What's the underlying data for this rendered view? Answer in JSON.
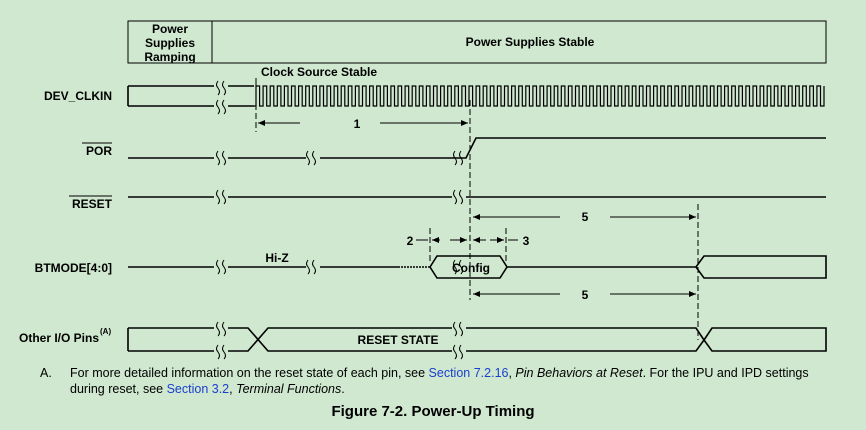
{
  "header": {
    "ramping_line1": "Power",
    "ramping_line2": "Supplies",
    "ramping_line3": "Ramping",
    "stable": "Power Supplies Stable"
  },
  "signals": {
    "dev_clkin": "DEV_CLKIN",
    "por": "POR",
    "reset": "RESET",
    "btmode": "BTMODE[4:0]",
    "other_io": "Other I/O Pins",
    "other_io_sup": "(A)"
  },
  "annotations": {
    "clock_stable": "Clock Source Stable",
    "t1": "1",
    "t2": "2",
    "t3": "3",
    "t5_upper": "5",
    "t5_lower": "5",
    "hiz": "Hi-Z",
    "config": "Config",
    "reset_state": "RESET STATE"
  },
  "note": {
    "marker": "A.",
    "text1": "For more detailed information on the reset state of each pin, see ",
    "link1": "Section 7.2.16",
    "text2": ", ",
    "italic1": "Pin Behaviors at Reset",
    "text3": ". For the IPU and IPD settings during reset, see ",
    "link2": "Section 3.2",
    "text4": ", ",
    "italic2": "Terminal Functions",
    "text5": "."
  },
  "caption": "Figure 7-2. Power-Up Timing"
}
